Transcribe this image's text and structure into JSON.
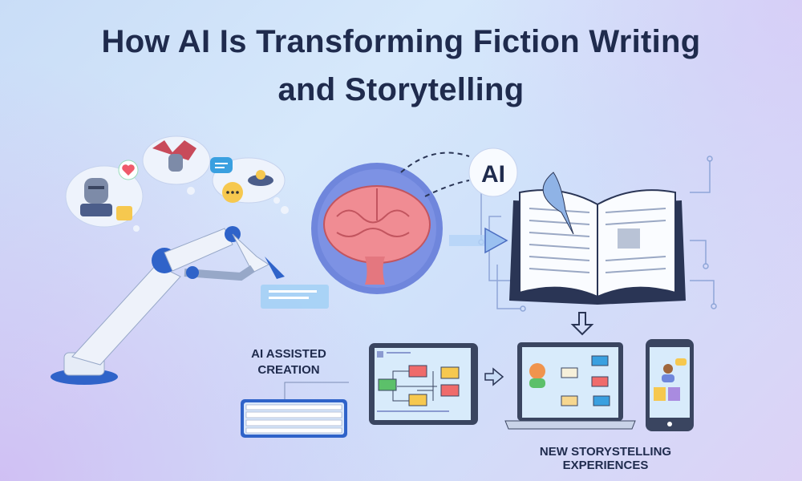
{
  "title": {
    "line1": "How AI Is Transforming Fiction Writing",
    "line2": "and Storytelling"
  },
  "labels": {
    "ai_badge": "AI",
    "assisted_line1": "AI ASSISTED",
    "assisted_line2": "CREATION",
    "new_experiences": "NEW STORYSTELLING EXPERIENCES"
  },
  "colors": {
    "title": "#1f2b4d",
    "brain_circle": "#6f86dc",
    "brain": "#f08c93",
    "robot_blue": "#2f63c9",
    "note_red": "#ef6b6b",
    "note_yellow": "#f6c84f",
    "note_green": "#5cc06a",
    "note_blue": "#3aa0e0"
  }
}
